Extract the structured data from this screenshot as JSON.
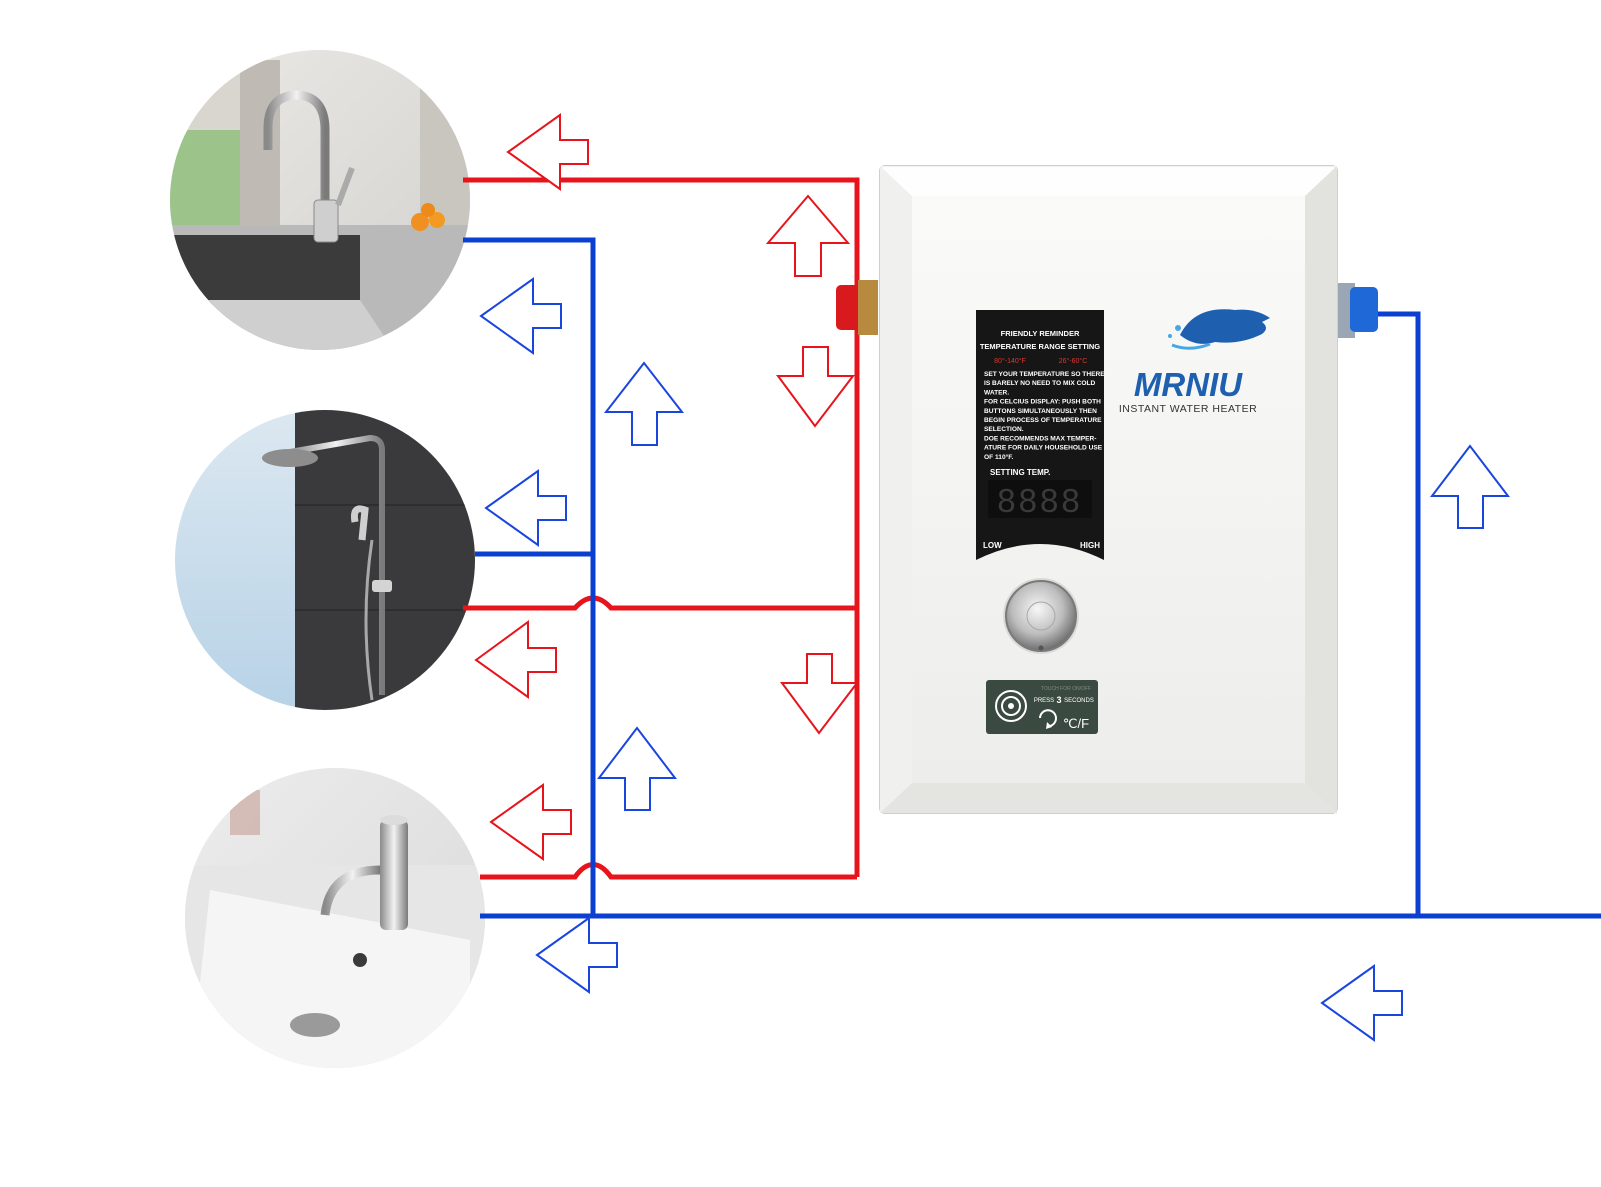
{
  "colors": {
    "hot": "#e8141c",
    "cold": "#0a3fd1",
    "arrow_hot": "#e8141c",
    "arrow_cold": "#1a46e0",
    "heater_body": "#f4f4f2",
    "panel": "#1a1a1a",
    "brand": "#1f5fb0"
  },
  "fixtures": [
    {
      "name": "kitchen-sink",
      "icon": "kitchen-faucet-icon"
    },
    {
      "name": "shower",
      "icon": "shower-head-icon"
    },
    {
      "name": "bathroom-basin",
      "icon": "basin-faucet-icon"
    }
  ],
  "heater": {
    "brand": "MRNIU",
    "subtitle": "INSTANT WATER HEATER",
    "panel_title_1": "FRIENDLY REMINDER",
    "panel_title_2": "TEMPERATURE RANGE SETTING",
    "range_f": "80°-140°F",
    "range_c": "26°-60°C",
    "panel_text": [
      "SET YOUR TEMPERATURE SO THERE",
      "IS BARELY NO NEED TO MIX COLD",
      "WATER.",
      "FOR CELCIUS DISPLAY:  PUSH BOTH",
      "BUTTONS SIMULTANEOUSLY THEN",
      "BEGIN PROCESS OF TEMPERATURE",
      "SELECTION.",
      "DOE RECOMMENDS MAX TEMPER-",
      "ATURE FOR DAILY HOUSEHOLD USE",
      "OF 110°F."
    ],
    "setting_label": "SETTING TEMP.",
    "display": "8888",
    "low": "LOW",
    "high": "HIGH",
    "button_top": "TOUCH FOR ON/OFF",
    "button_press": "PRESS",
    "button_seconds": "3",
    "button_seconds_label": "SECONDS",
    "button_unit": "℃/F"
  }
}
